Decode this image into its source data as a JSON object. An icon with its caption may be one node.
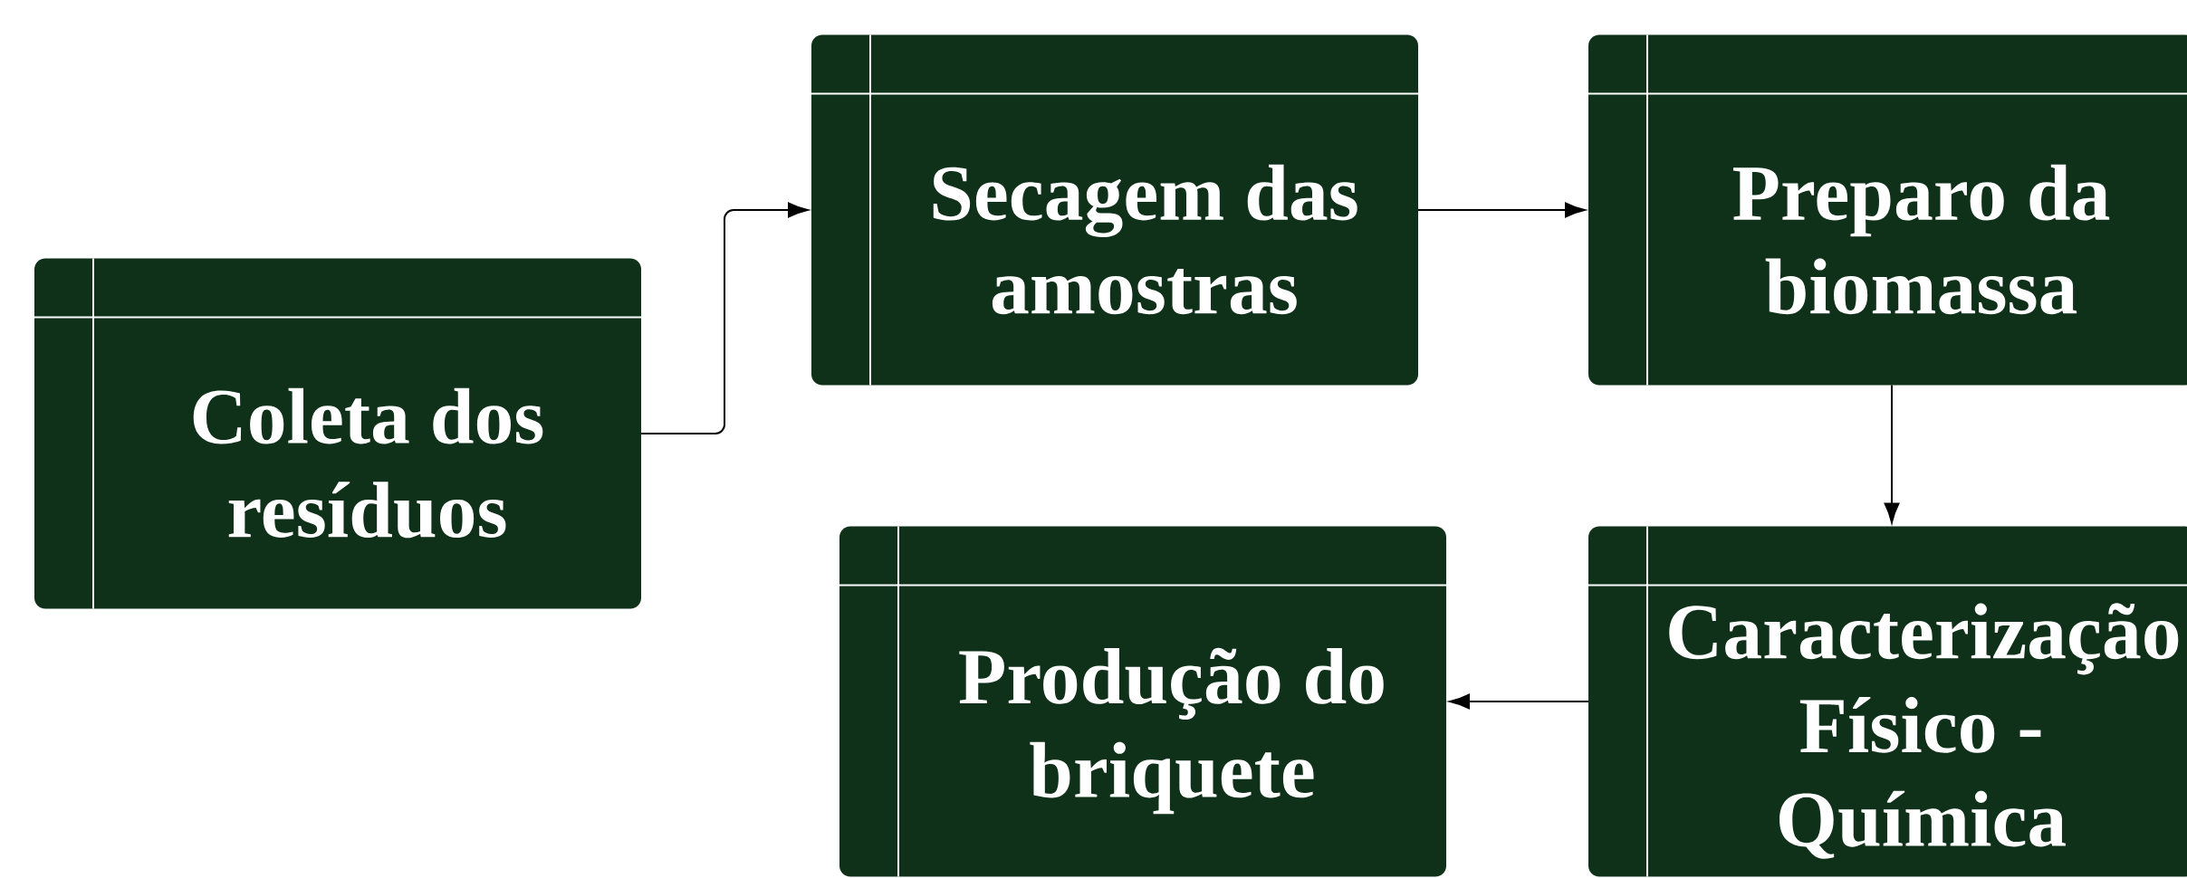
{
  "diagram": {
    "nodes": [
      {
        "text": [
          "Coleta dos resíduos"
        ]
      },
      {
        "text": [
          "Secagem das amostras"
        ]
      },
      {
        "text": [
          "Preparo da biomassa"
        ]
      },
      {
        "text": [
          "Produção do briquete"
        ]
      },
      {
        "text": [
          "Caracterização Físico - Química"
        ]
      }
    ],
    "edges": [
      {
        "from": 0,
        "to": 1,
        "arrow": "to"
      },
      {
        "from": 1,
        "to": 2,
        "arrow": "to"
      },
      {
        "from": 2,
        "to": 4,
        "arrow": "to"
      },
      {
        "from": 4,
        "to": 3,
        "arrow": "to"
      }
    ]
  }
}
